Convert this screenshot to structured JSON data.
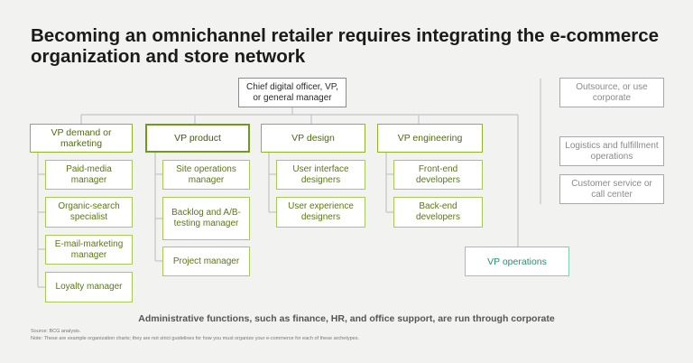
{
  "title": "Becoming an omnichannel retailer requires integrating the e-commerce organization and store network",
  "top": {
    "label": "Chief digital officer, VP, or general manager"
  },
  "vp_demand": {
    "label": "VP demand or marketing",
    "items": [
      "Paid-media manager",
      "Organic-search specialist",
      "E-mail-marketing manager",
      "Loyalty manager"
    ]
  },
  "vp_product": {
    "label": "VP product",
    "items": [
      "Site operations manager",
      "Backlog and A/B-testing manager",
      "Project manager"
    ]
  },
  "vp_design": {
    "label": "VP design",
    "items": [
      "User interface designers",
      "User experience designers"
    ]
  },
  "vp_engineering": {
    "label": "VP engineering",
    "items": [
      "Front-end developers",
      "Back-end developers"
    ]
  },
  "vp_operations": {
    "label": "VP operations"
  },
  "side": {
    "outsource": "Outsource, or use corporate",
    "logistics": "Logistics and fulfillment operations",
    "customer_service": "Customer service or call center"
  },
  "admin_note": "Administrative functions, such as finance, HR, and office support, are run through corporate",
  "source": "Source: BCG analysis.",
  "note": "Note: These are example organization charts; they are not strict guidelines for how you must organize your e-commerce for each of these archetypes.",
  "colors": {
    "green_dark": "#6f9a1a",
    "green_light": "#a9c85a",
    "teal": "#7fd1b6",
    "gray": "#a8a8a8"
  }
}
